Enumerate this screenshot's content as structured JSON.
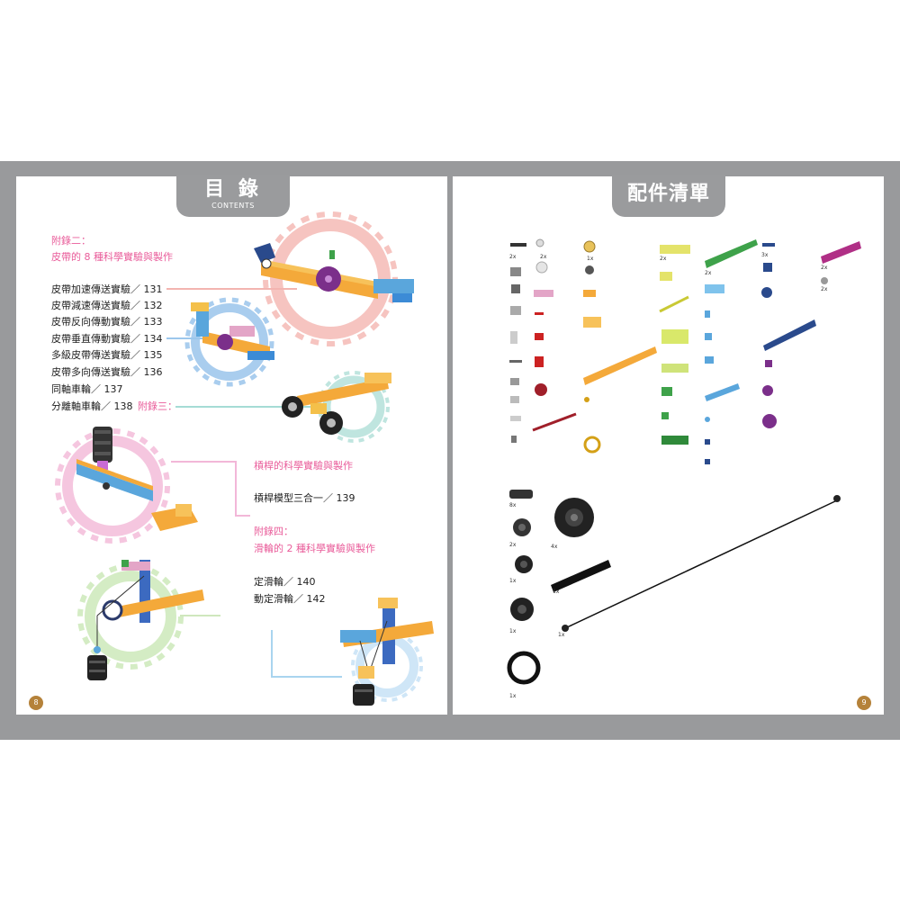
{
  "left_page": {
    "tab_title": "目 錄",
    "tab_subtitle": "CONTENTS",
    "page_number": "8",
    "appendix2": {
      "heading": "附錄二：",
      "subheading": "皮帶的 8 種科學實驗與製作",
      "items": [
        "皮帶加速傳送實驗／ 131",
        "皮帶減速傳送實驗／ 132",
        "皮帶反向傳動實驗／ 133",
        "皮帶垂直傳動實驗／ 134",
        "多級皮帶傳送實驗／ 135",
        "皮帶多向傳送實驗／ 136",
        "同軸車輪／ 137",
        "分離軸車輪／ 138"
      ]
    },
    "appendix3": {
      "heading": "附錄三：",
      "subheading": "槓桿的科學實驗與製作",
      "items": [
        "槓桿模型三合一／ 139"
      ]
    },
    "appendix4": {
      "heading": "附錄四：",
      "subheading": "滑輪的 2 種科學實驗與製作",
      "items": [
        "定滑輪／ 140",
        "動定滑輪／ 142"
      ]
    }
  },
  "right_page": {
    "tab_title": "配件清單",
    "page_number": "9",
    "large_parts_quantities": [
      "8x",
      "2x",
      "1x",
      "1x",
      "1x",
      "4x",
      "1x",
      "1x"
    ]
  },
  "colors": {
    "frame": "#999a9c",
    "tab": "#9a9b9d",
    "accent_pink": "#e95c9a",
    "page_badge": "#b5823a"
  }
}
